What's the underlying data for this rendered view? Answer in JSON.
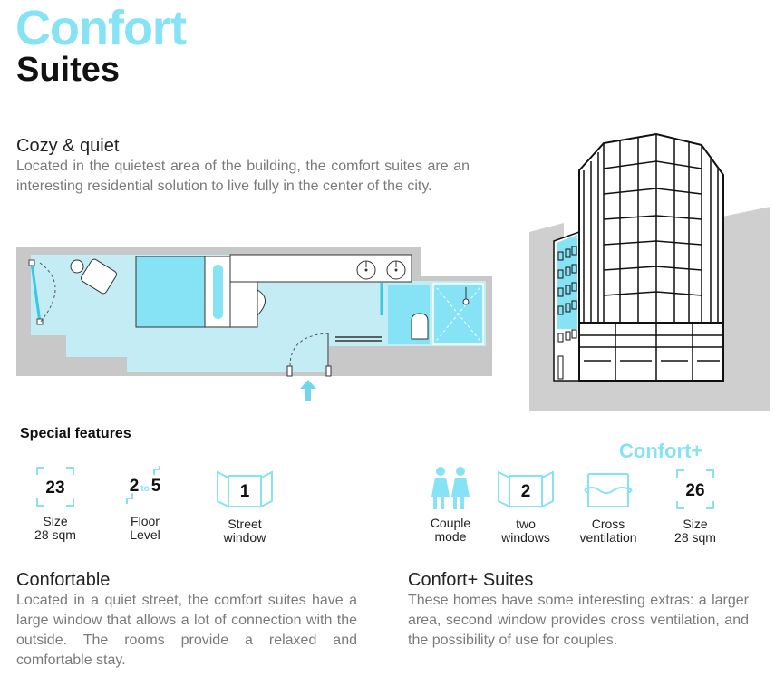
{
  "header": {
    "title_line1": "Confort",
    "title_line2": "Suites"
  },
  "intro": {
    "heading": "Cozy & quiet",
    "text": "Located in the quietest area of the building, the comfort suites are an interesting residential solution to live fully in the center of the city."
  },
  "features": {
    "heading": "Special features",
    "plus_label": "Confort+",
    "standard": [
      {
        "value": "23",
        "label_1": "Size",
        "label_2": "28 sqm"
      },
      {
        "value_from": "2",
        "value_to_word": "to",
        "value_to": "5",
        "label_1": "Floor",
        "label_2": "Level"
      },
      {
        "value": "1",
        "label_1": "Street",
        "label_2": "window"
      }
    ],
    "plus": [
      {
        "label_1": "Couple",
        "label_2": "mode"
      },
      {
        "value": "2",
        "label_1": "two",
        "label_2": "windows"
      },
      {
        "label_1": "Cross",
        "label_2": "ventilation"
      },
      {
        "value": "26",
        "label_1": "Size",
        "label_2": "28 sqm"
      }
    ]
  },
  "confortable": {
    "heading": "Confortable",
    "text": "Located in a quiet street, the comfort suites have a large window that allows a lot of connection with the outside. The rooms provide a relaxed and comfortable stay."
  },
  "confort_plus": {
    "heading": "Confort+ Suites",
    "text": "These homes have some interesting extras: a larger area,  second window provides cross ventilation,  and the possibility of use for couples."
  },
  "colors": {
    "accent": "#85e3f5",
    "floor": "#c4ecf4",
    "wall": "#c8c8c8",
    "text": "#7a7a7a"
  },
  "icons": [
    "size-frame-icon",
    "stairs-icon",
    "window-icon",
    "couple-icon",
    "ventilation-icon",
    "entrance-arrow-icon"
  ]
}
